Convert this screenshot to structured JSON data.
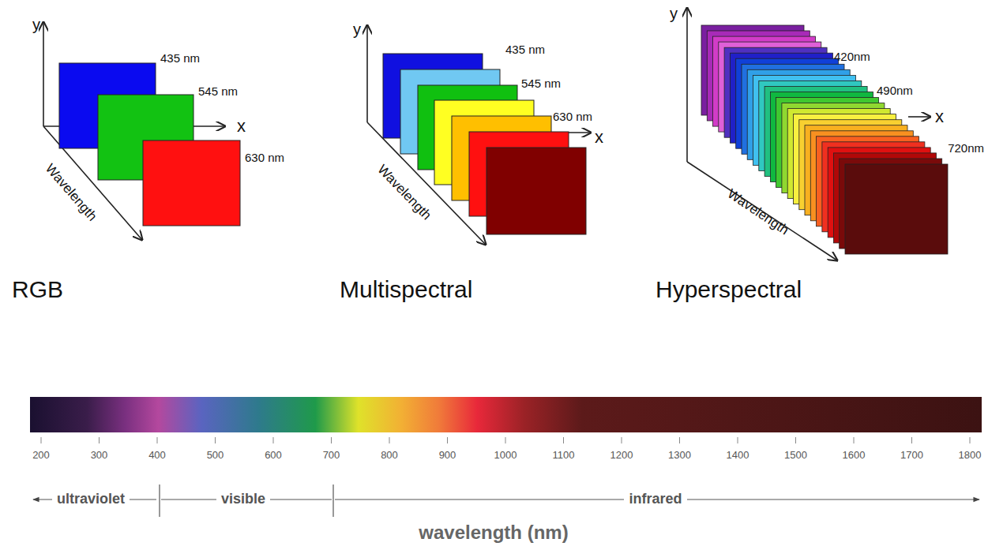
{
  "diagram": {
    "labels": [
      "y",
      "435 nm",
      "545 nm",
      "x",
      "630 nm",
      "Wavelength",
      "RGB",
      "y",
      "435 nm",
      "545 nm",
      "630 nm",
      "x",
      "Wavelength",
      "Multispectral",
      "y",
      "420nm",
      "490nm",
      "x",
      "720nm",
      "Wavelength",
      "Hyperspectral",
      "200",
      "300",
      "400",
      "500",
      "600",
      "700",
      "800",
      "900",
      "1000",
      "1100",
      "1200",
      "1300",
      "1400",
      "1500",
      "1600",
      "1700",
      "1800",
      "ultraviolet",
      "visible",
      "infrared",
      "wavelength (nm)"
    ]
  }
}
